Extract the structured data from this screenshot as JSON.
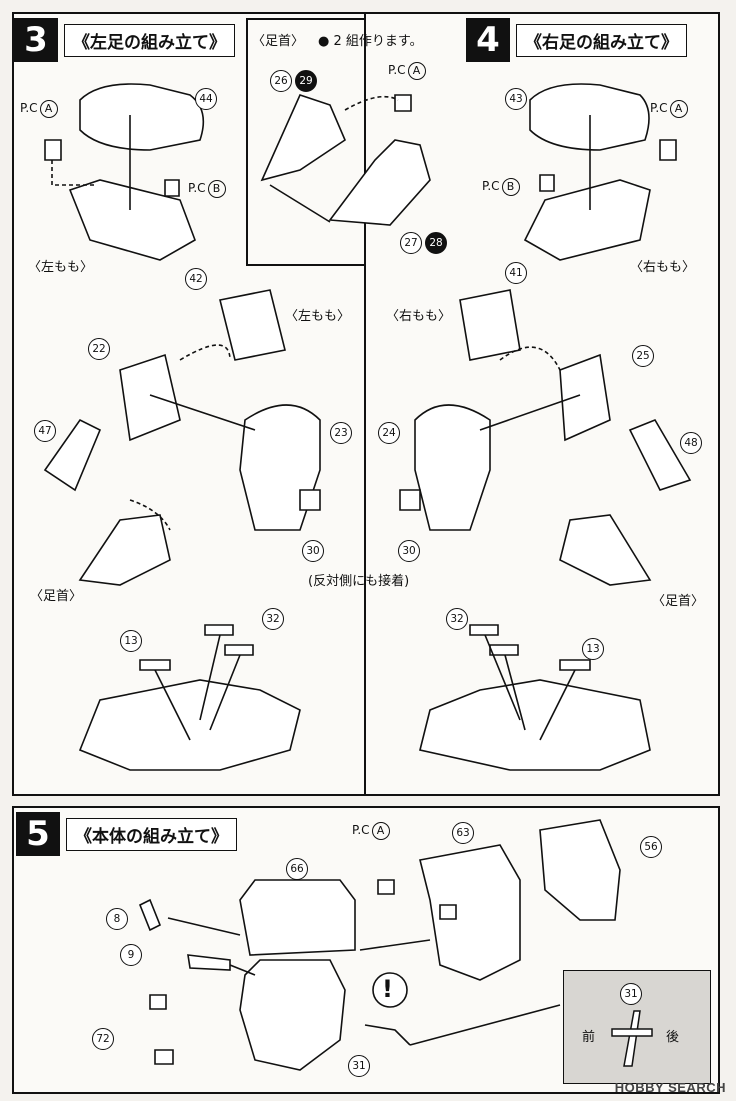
{
  "step3": {
    "number": "3",
    "title": "《左足の組み立て》",
    "thigh_label": "〈左もも〉",
    "thigh_arrow_label": "〈左もも〉",
    "ankle_label": "〈足首〉"
  },
  "ankle_box": {
    "label": "〈足首〉",
    "note": "● 2 組作ります。",
    "pc": "P.C",
    "pc_letter": "A",
    "parts": [
      "26",
      "29",
      "27",
      "28"
    ]
  },
  "step4": {
    "number": "4",
    "title": "《右足の組み立て》",
    "thigh_label": "〈右もも〉",
    "thigh_arrow_label": "〈右もも〉",
    "ankle_label": "〈足首〉"
  },
  "center_note": "(反対側にも接着)",
  "step5": {
    "number": "5",
    "title": "《本体の組み立て》",
    "pc": "P.C",
    "pc_letter": "A",
    "front": "前",
    "back": "後"
  },
  "pc_labels": {
    "pc": "P.C",
    "a": "A",
    "b": "B"
  },
  "parts": {
    "p44": "44",
    "p42": "42",
    "p43": "43",
    "p41": "41",
    "p22": "22",
    "p23": "23",
    "p47": "47",
    "p30": "30",
    "p25": "25",
    "p24": "24",
    "p48": "48",
    "p32": "32",
    "p13": "13",
    "p63": "63",
    "p56": "56",
    "p66": "66",
    "p8": "8",
    "p9": "9",
    "p72": "72",
    "p31": "31"
  },
  "watermark": "HOBBY SEARCH"
}
